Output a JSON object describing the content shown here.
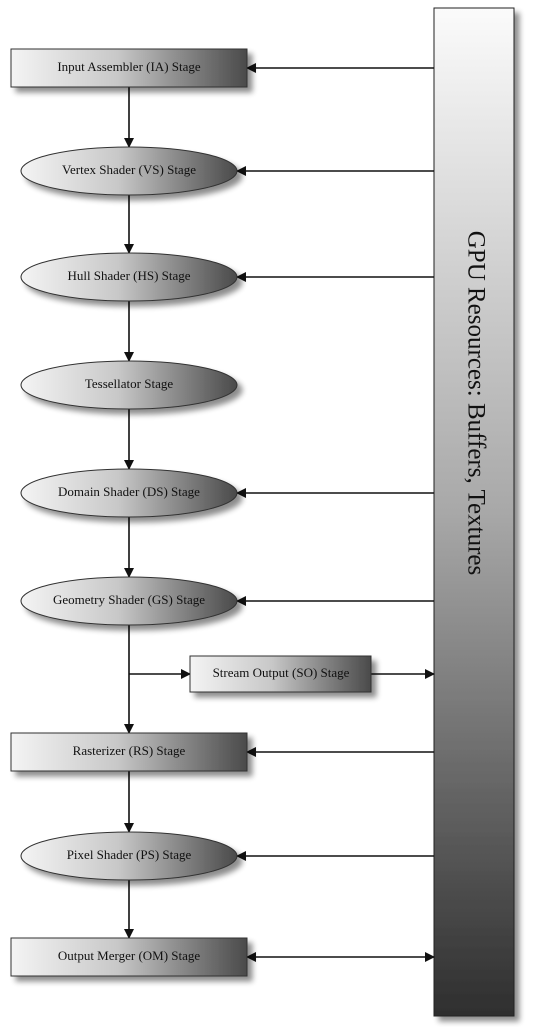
{
  "resources": {
    "label": "GPU Resources: Buffers, Textures"
  },
  "stages": [
    {
      "id": "ia",
      "label": "Input Assembler (IA) Stage",
      "shape": "rect",
      "resource_access": "read"
    },
    {
      "id": "vs",
      "label": "Vertex Shader (VS) Stage",
      "shape": "ellipse",
      "resource_access": "read"
    },
    {
      "id": "hs",
      "label": "Hull Shader (HS) Stage",
      "shape": "ellipse",
      "resource_access": "read"
    },
    {
      "id": "ts",
      "label": "Tessellator Stage",
      "shape": "ellipse",
      "resource_access": "none"
    },
    {
      "id": "ds",
      "label": "Domain Shader (DS) Stage",
      "shape": "ellipse",
      "resource_access": "read"
    },
    {
      "id": "gs",
      "label": "Geometry Shader (GS) Stage",
      "shape": "ellipse",
      "resource_access": "read"
    },
    {
      "id": "rs",
      "label": "Rasterizer (RS) Stage",
      "shape": "rect",
      "resource_access": "read"
    },
    {
      "id": "ps",
      "label": "Pixel Shader (PS) Stage",
      "shape": "ellipse",
      "resource_access": "read"
    },
    {
      "id": "om",
      "label": "Output Merger (OM) Stage",
      "shape": "rect",
      "resource_access": "read-write"
    }
  ],
  "stream_output": {
    "label": "Stream Output (SO) Stage",
    "shape": "rect",
    "resource_access": "write"
  },
  "colors": {
    "stage_light": "#f4f4f4",
    "stage_dark": "#4a4a4a",
    "resource_light": "#fbfbfb",
    "resource_dark": "#2e2e2e",
    "arrow": "#111111"
  }
}
